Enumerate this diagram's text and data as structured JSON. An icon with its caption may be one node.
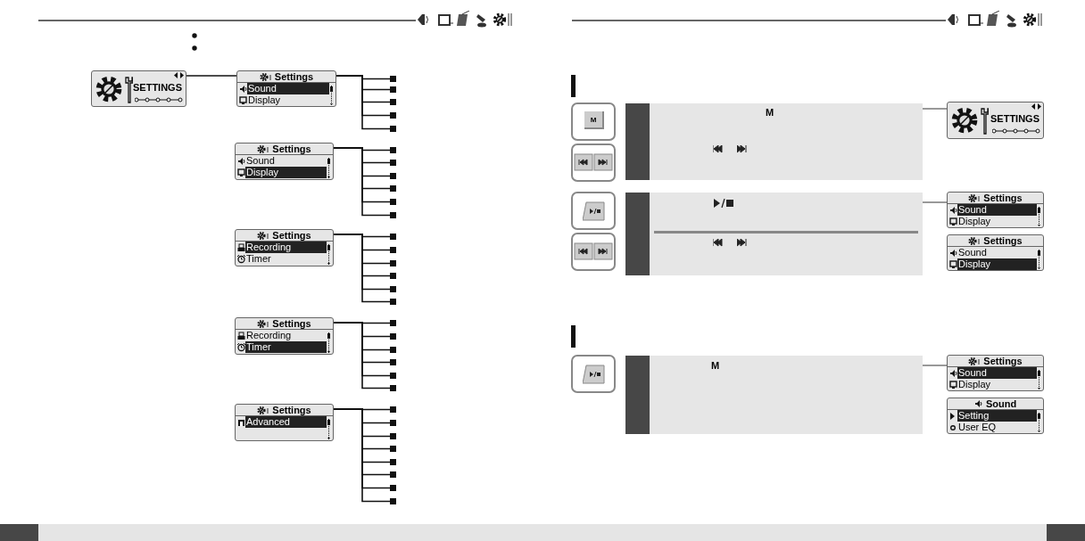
{
  "diagram": {
    "nodes": [
      {
        "text": [
          "SETTINGS"
        ]
      },
      {
        "text": [
          "Settings",
          "Sound",
          "Display"
        ]
      },
      {
        "text": [],
        "shape": "box"
      },
      {
        "text": [],
        "shape": "box"
      },
      {
        "text": [],
        "shape": "box"
      },
      {
        "text": [],
        "shape": "box"
      },
      {
        "text": [],
        "shape": "box"
      },
      {
        "text": [
          "Settings",
          "Sound",
          "Display"
        ]
      },
      {
        "text": [],
        "shape": "box"
      },
      {
        "text": [],
        "shape": "box"
      },
      {
        "text": [],
        "shape": "box"
      },
      {
        "text": [],
        "shape": "box"
      },
      {
        "text": [],
        "shape": "box"
      },
      {
        "text": [],
        "shape": "box"
      },
      {
        "text": [
          "Settings",
          "Recording",
          "Timer"
        ]
      },
      {
        "text": [],
        "shape": "box"
      },
      {
        "text": [],
        "shape": "box"
      },
      {
        "text": [],
        "shape": "box"
      },
      {
        "text": [],
        "shape": "box"
      },
      {
        "text": [],
        "shape": "box"
      },
      {
        "text": [],
        "shape": "box"
      },
      {
        "text": [
          "Settings",
          "Recording",
          "Timer"
        ]
      },
      {
        "text": [],
        "shape": "box"
      },
      {
        "text": [],
        "shape": "box"
      },
      {
        "text": [],
        "shape": "box"
      },
      {
        "text": [],
        "shape": "box"
      },
      {
        "text": [],
        "shape": "box"
      },
      {
        "text": [],
        "shape": "box"
      },
      {
        "text": [
          "Settings",
          "Advanced"
        ]
      },
      {
        "text": [],
        "shape": "box"
      },
      {
        "text": [],
        "shape": "box"
      },
      {
        "text": [],
        "shape": "box"
      },
      {
        "text": [],
        "shape": "box"
      },
      {
        "text": [],
        "shape": "box"
      },
      {
        "text": [],
        "shape": "box"
      },
      {
        "text": [],
        "shape": "box"
      },
      {
        "text": [],
        "shape": "box"
      },
      {
        "text": [
          "M"
        ]
      },
      {
        "text": [
          "SETTINGS"
        ]
      },
      {
        "text": [],
        "shape": "box"
      },
      {
        "text": [
          "Settings",
          "Sound",
          "Display"
        ]
      },
      {
        "text": [
          "Settings",
          "Sound",
          "Display"
        ]
      },
      {
        "text": [
          "M"
        ]
      },
      {
        "text": [
          "Settings",
          "Sound",
          "Display"
        ]
      },
      {
        "text": [
          "Sound",
          "Setting",
          "User EQ"
        ]
      }
    ],
    "edges": [
      {
        "from": 0,
        "to": 1,
        "arrow": "none"
      },
      {
        "from": 1,
        "to": 2,
        "arrow": "none"
      },
      {
        "from": 1,
        "to": 3,
        "arrow": "none"
      },
      {
        "from": 1,
        "to": 4,
        "arrow": "none"
      },
      {
        "from": 1,
        "to": 5,
        "arrow": "none"
      },
      {
        "from": 1,
        "to": 6,
        "arrow": "none"
      },
      {
        "from": 7,
        "to": 8,
        "arrow": "none"
      },
      {
        "from": 7,
        "to": 9,
        "arrow": "none"
      },
      {
        "from": 7,
        "to": 10,
        "arrow": "none"
      },
      {
        "from": 7,
        "to": 11,
        "arrow": "none"
      },
      {
        "from": 7,
        "to": 12,
        "arrow": "none"
      },
      {
        "from": 7,
        "to": 13,
        "arrow": "none"
      },
      {
        "from": 14,
        "to": 15,
        "arrow": "none"
      },
      {
        "from": 14,
        "to": 16,
        "arrow": "none"
      },
      {
        "from": 14,
        "to": 17,
        "arrow": "none"
      },
      {
        "from": 14,
        "to": 18,
        "arrow": "none"
      },
      {
        "from": 14,
        "to": 19,
        "arrow": "none"
      },
      {
        "from": 14,
        "to": 20,
        "arrow": "none"
      },
      {
        "from": 21,
        "to": 22,
        "arrow": "none"
      },
      {
        "from": 21,
        "to": 23,
        "arrow": "none"
      },
      {
        "from": 21,
        "to": 24,
        "arrow": "none"
      },
      {
        "from": 21,
        "to": 25,
        "arrow": "none"
      },
      {
        "from": 21,
        "to": 26,
        "arrow": "none"
      },
      {
        "from": 21,
        "to": 27,
        "arrow": "none"
      },
      {
        "from": 28,
        "to": 29,
        "arrow": "none"
      },
      {
        "from": 28,
        "to": 30,
        "arrow": "none"
      },
      {
        "from": 28,
        "to": 31,
        "arrow": "none"
      },
      {
        "from": 28,
        "to": 32,
        "arrow": "none"
      },
      {
        "from": 28,
        "to": 33,
        "arrow": "none"
      },
      {
        "from": 28,
        "to": 34,
        "arrow": "none"
      },
      {
        "from": 28,
        "to": 35,
        "arrow": "none"
      },
      {
        "from": 28,
        "to": 36,
        "arrow": "none"
      },
      {
        "from": 37,
        "to": 38,
        "arrow": "none",
        "color": "#777777"
      },
      {
        "from": 39,
        "to": 40,
        "arrow": "none",
        "color": "#777777"
      },
      {
        "from": 42,
        "to": 43,
        "arrow": "none",
        "color": "#777777"
      }
    ],
    "labels": [
      "M"
    ]
  }
}
